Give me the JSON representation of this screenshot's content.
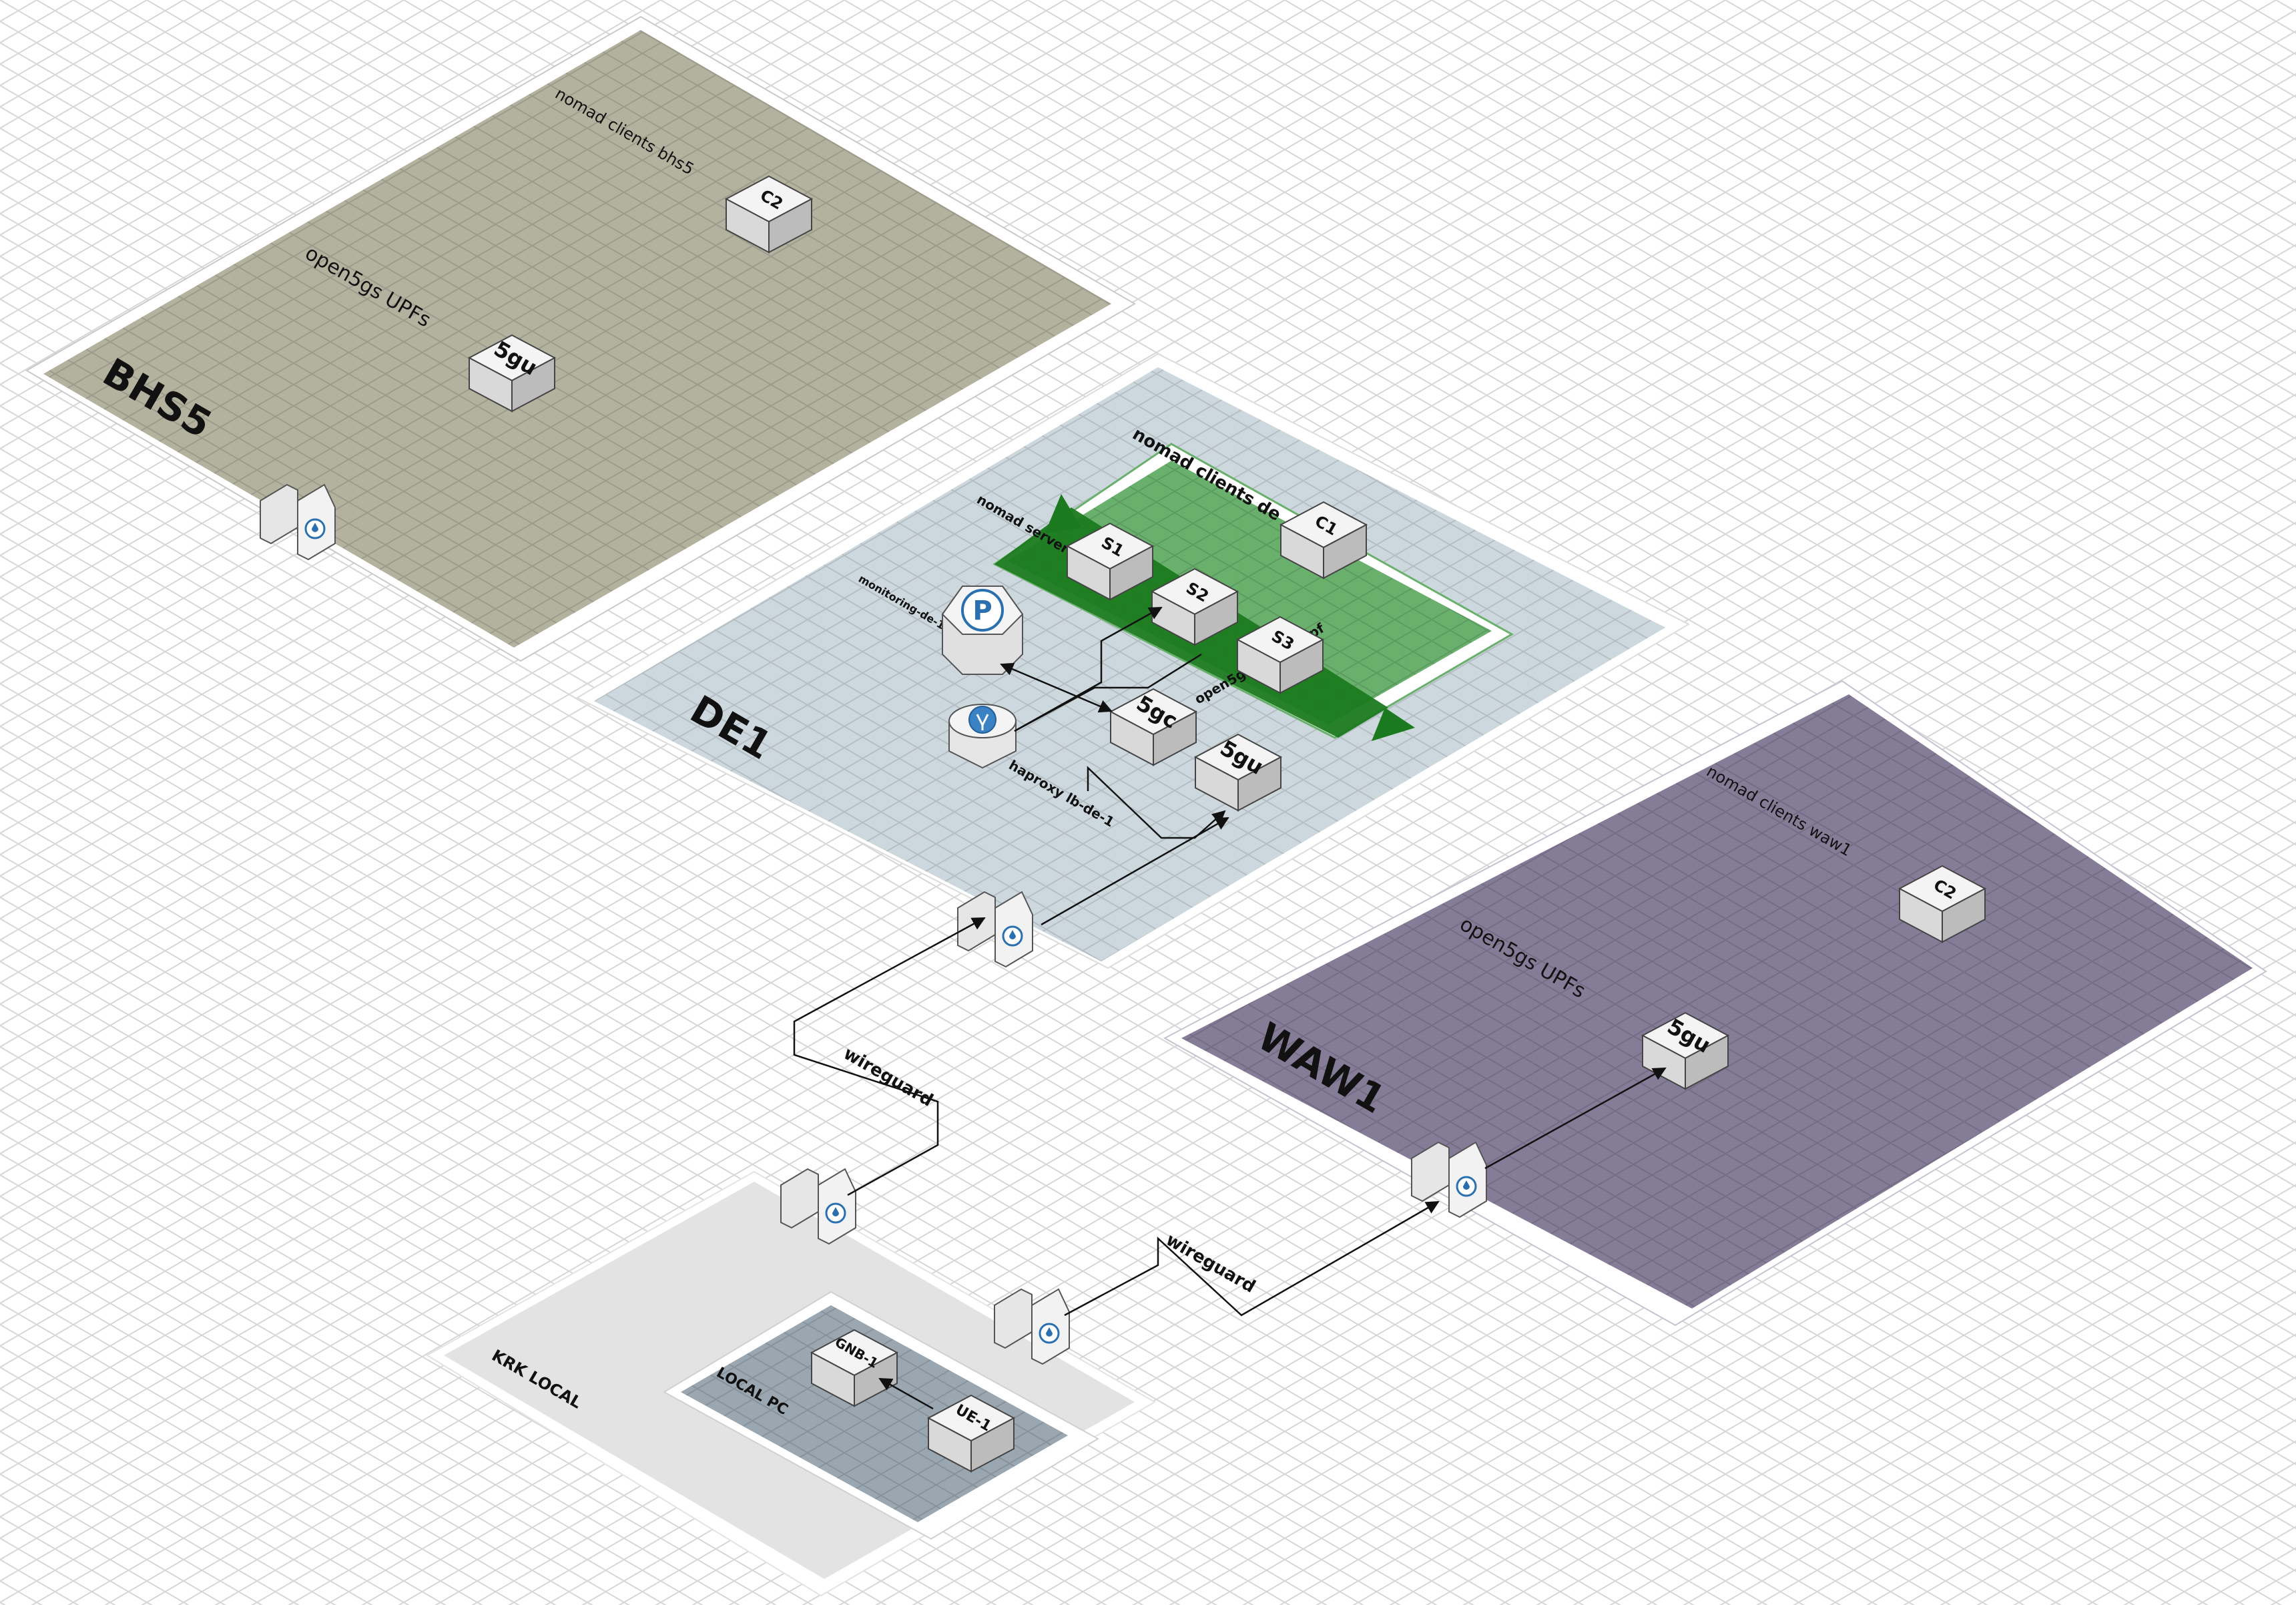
{
  "regions": {
    "bhs5": {
      "title": "BHS5",
      "nomad_label": "nomad clients bhs5",
      "upf_label": "open5gs UPFs",
      "color": "#b3b29f"
    },
    "de1": {
      "title": "DE1",
      "nomad_clients_label": "nomad clients de",
      "nomad_servers_label": "nomad servers",
      "core_label": "open5gs core + upf",
      "monitoring_label": "monitoring-de-1",
      "haproxy_label": "haproxy lb-de-1",
      "color": "#cdd8de",
      "green": "#6ab06d",
      "dark_green": "#1b7a1f"
    },
    "waw1": {
      "title": "WAW1",
      "nomad_label": "nomad clients waw1",
      "upf_label": "open5gs UPFs",
      "color": "#857c97"
    },
    "krk": {
      "title": "KRK LOCAL",
      "color": "#e3e3e3"
    },
    "local_pc": {
      "title": "LOCAL PC",
      "color": "#9aa7b1"
    }
  },
  "nodes": {
    "bhs5_c2": "C2",
    "bhs5_5gu": "5gu",
    "de_c1": "C1",
    "de_s1": "S1",
    "de_s2": "S2",
    "de_s3": "S3",
    "de_5gc": "5gc",
    "de_5gu": "5gu",
    "waw_c2": "C2",
    "waw_5gu": "5gu",
    "gnb": "GNB-1",
    "ue": "UE-1"
  },
  "edges": {
    "wireguard_de": "wireguard",
    "wireguard_waw": "wireguard"
  },
  "icons": [
    "vpn-gateway-icon",
    "prometheus-icon",
    "haproxy-icon",
    "server-block-icon"
  ]
}
